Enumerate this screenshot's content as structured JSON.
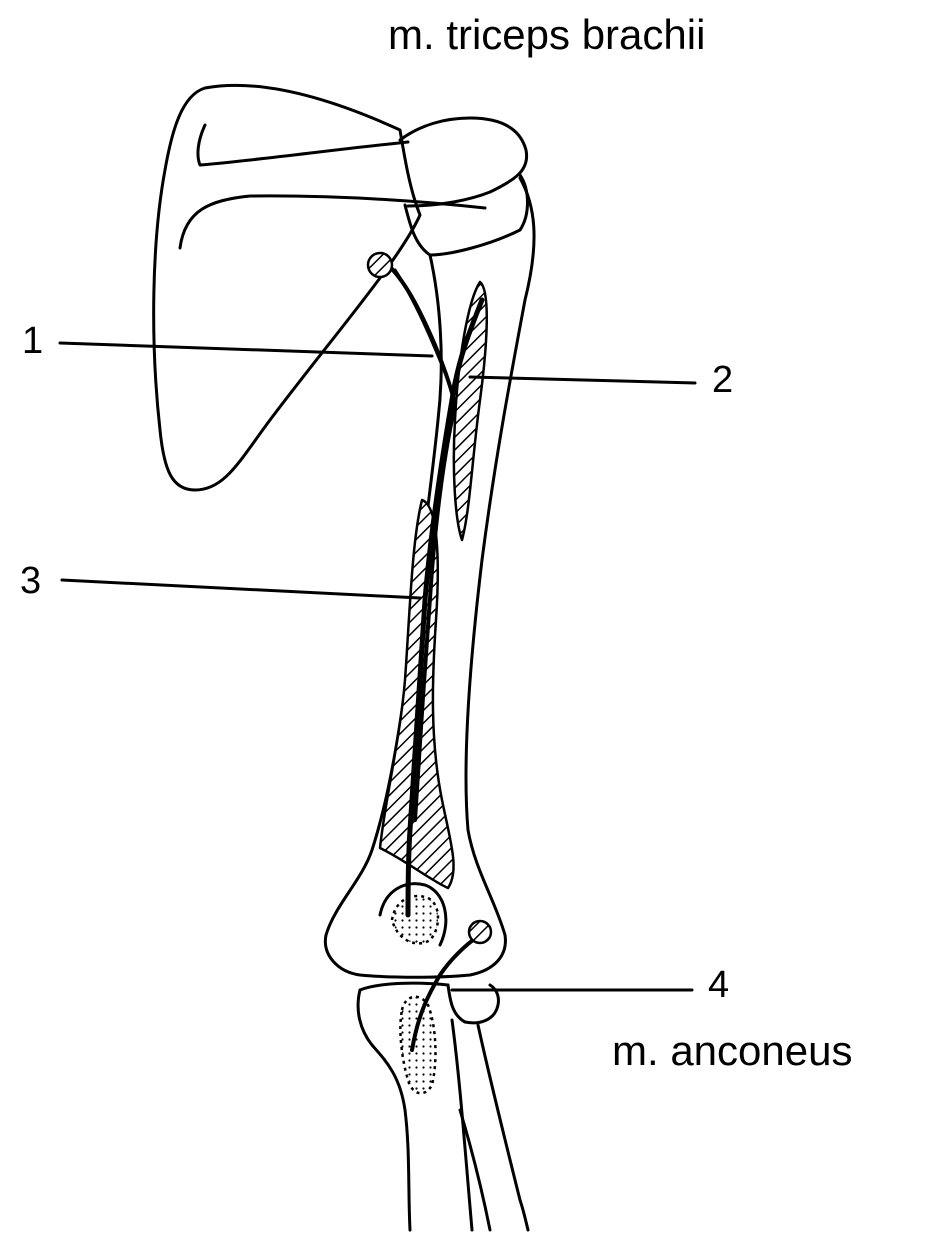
{
  "labels": {
    "muscle_top": "m. triceps brachii",
    "muscle_bottom": "m. anconeus",
    "callouts": [
      "1",
      "2",
      "3",
      "4"
    ]
  },
  "colors": {
    "ink": "#000000",
    "paper": "#ffffff"
  }
}
